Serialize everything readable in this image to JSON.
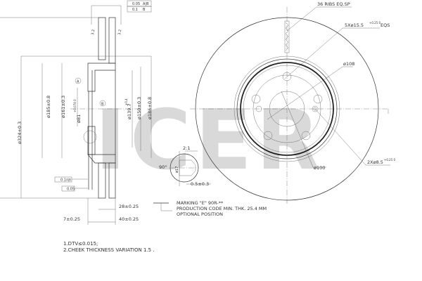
{
  "watermark": "ICER",
  "tolerance_frames": {
    "top_runout": "0.05",
    "top_runout_datum": "A|B",
    "top_parallel": "0.1",
    "top_parallel_datum": "B",
    "left_runout": "0.1",
    "left_runout_datum": "A|B",
    "left_flatness": "0.05"
  },
  "roughness": {
    "left": "3.2",
    "right": "3.2"
  },
  "datums": {
    "a": "A",
    "b": "B"
  },
  "dimensions": {
    "outer_diameter": "ø324±0.3",
    "d185": "ø185±0.8",
    "d161": "ø161±0.3",
    "d81": "ø81",
    "d81_tol": "+0.074 0",
    "d139": "ø139.7",
    "d139_tol": "+0.4",
    "d150": "ø150±0.3",
    "d186": "ø186±0.8",
    "thickness_28": "28±0.25",
    "offset_7": "7±0.25",
    "height_40": "40±0.25",
    "detail_scale": "2:1",
    "chamfer_angle": "90°",
    "hole_17": "ø17",
    "chamfer_05": "0.5±0.3",
    "ribs": "36 RIBS EQ.SP",
    "holes_5x": "5Xø15.5",
    "holes_5x_tol": "+0.25 0",
    "holes_5x_suffix": "EQS",
    "pcd_108": "ø108",
    "pcd_100": "ø100",
    "holes_2x": "2Xø8.5",
    "holes_2x_tol": "+0.25 0"
  },
  "marking": {
    "line1": "MARKING \"E\" 90R-**",
    "line2": "PRODUCTION CODE MIN. THK. 25.4 MM",
    "line3": "OPTIONAL POSITION"
  },
  "notes": [
    "1.DTV≤0.015;",
    "2.CHEEK THICKNESS VARIATION 1.5 ."
  ]
}
